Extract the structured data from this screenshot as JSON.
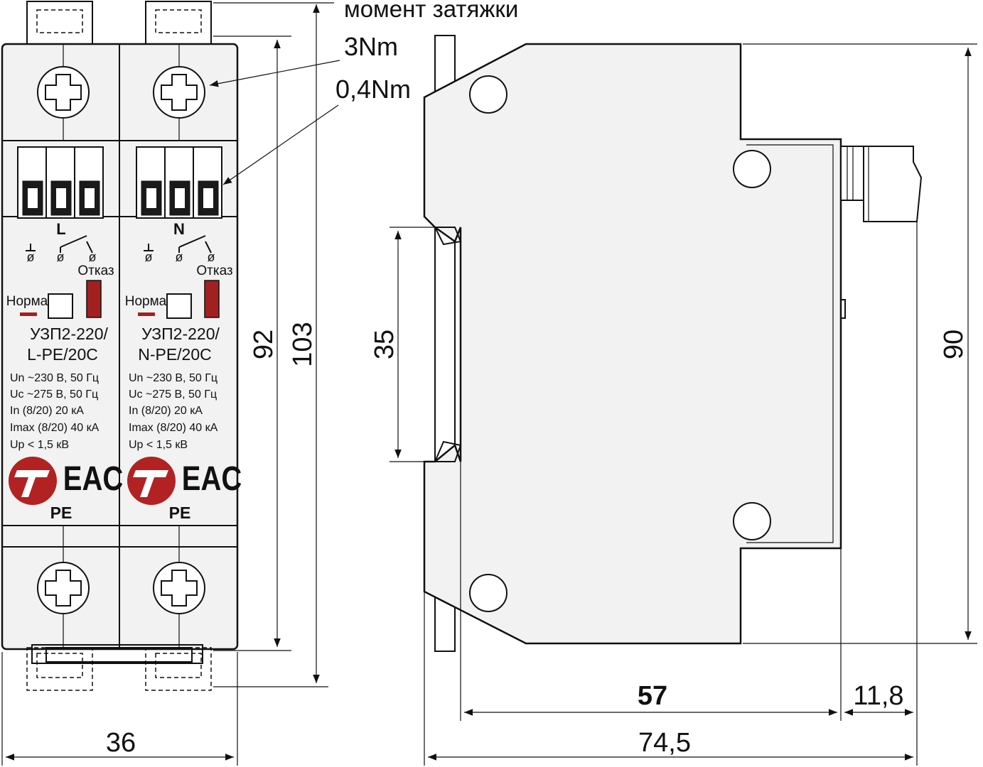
{
  "annotations": {
    "torque_title": "момент затяжки",
    "torque_large": "3Nm",
    "torque_small": "0,4Nm"
  },
  "modules": [
    {
      "top_label": "L",
      "norma": "Норма",
      "otkaz": "Отказ",
      "model_line1": "УЗП2-220/",
      "model_line2": "L-PE/20C",
      "specs": [
        "Un ~230 В, 50 Гц",
        "Uc ~275 В, 50 Гц",
        "In (8/20) 20 кА",
        "Imax (8/20) 40 кА",
        "Up  < 1,5 кВ"
      ],
      "cert": "EAC",
      "bottom_label": "PE"
    },
    {
      "top_label": "N",
      "norma": "Норма",
      "otkaz": "Отказ",
      "model_line1": "УЗП2-220/",
      "model_line2": "N-PE/20C",
      "specs": [
        "Un ~230 В, 50 Гц",
        "Uc ~275 В, 50 Гц",
        "In (8/20) 20 кА",
        "Imax (8/20) 40 кА",
        "Up  < 1,5 кВ"
      ],
      "cert": "EAC",
      "bottom_label": "PE"
    }
  ],
  "dimensions": {
    "width_front": "36",
    "height_inner": "92",
    "height_total": "103",
    "rail": "35",
    "height_side": "90",
    "depth_body": "57",
    "depth_terminal": "11,8",
    "depth_total": "74,5"
  },
  "colors": {
    "indicator_fault": "#a32020",
    "logo": "#b22222",
    "outline": "#111111"
  }
}
